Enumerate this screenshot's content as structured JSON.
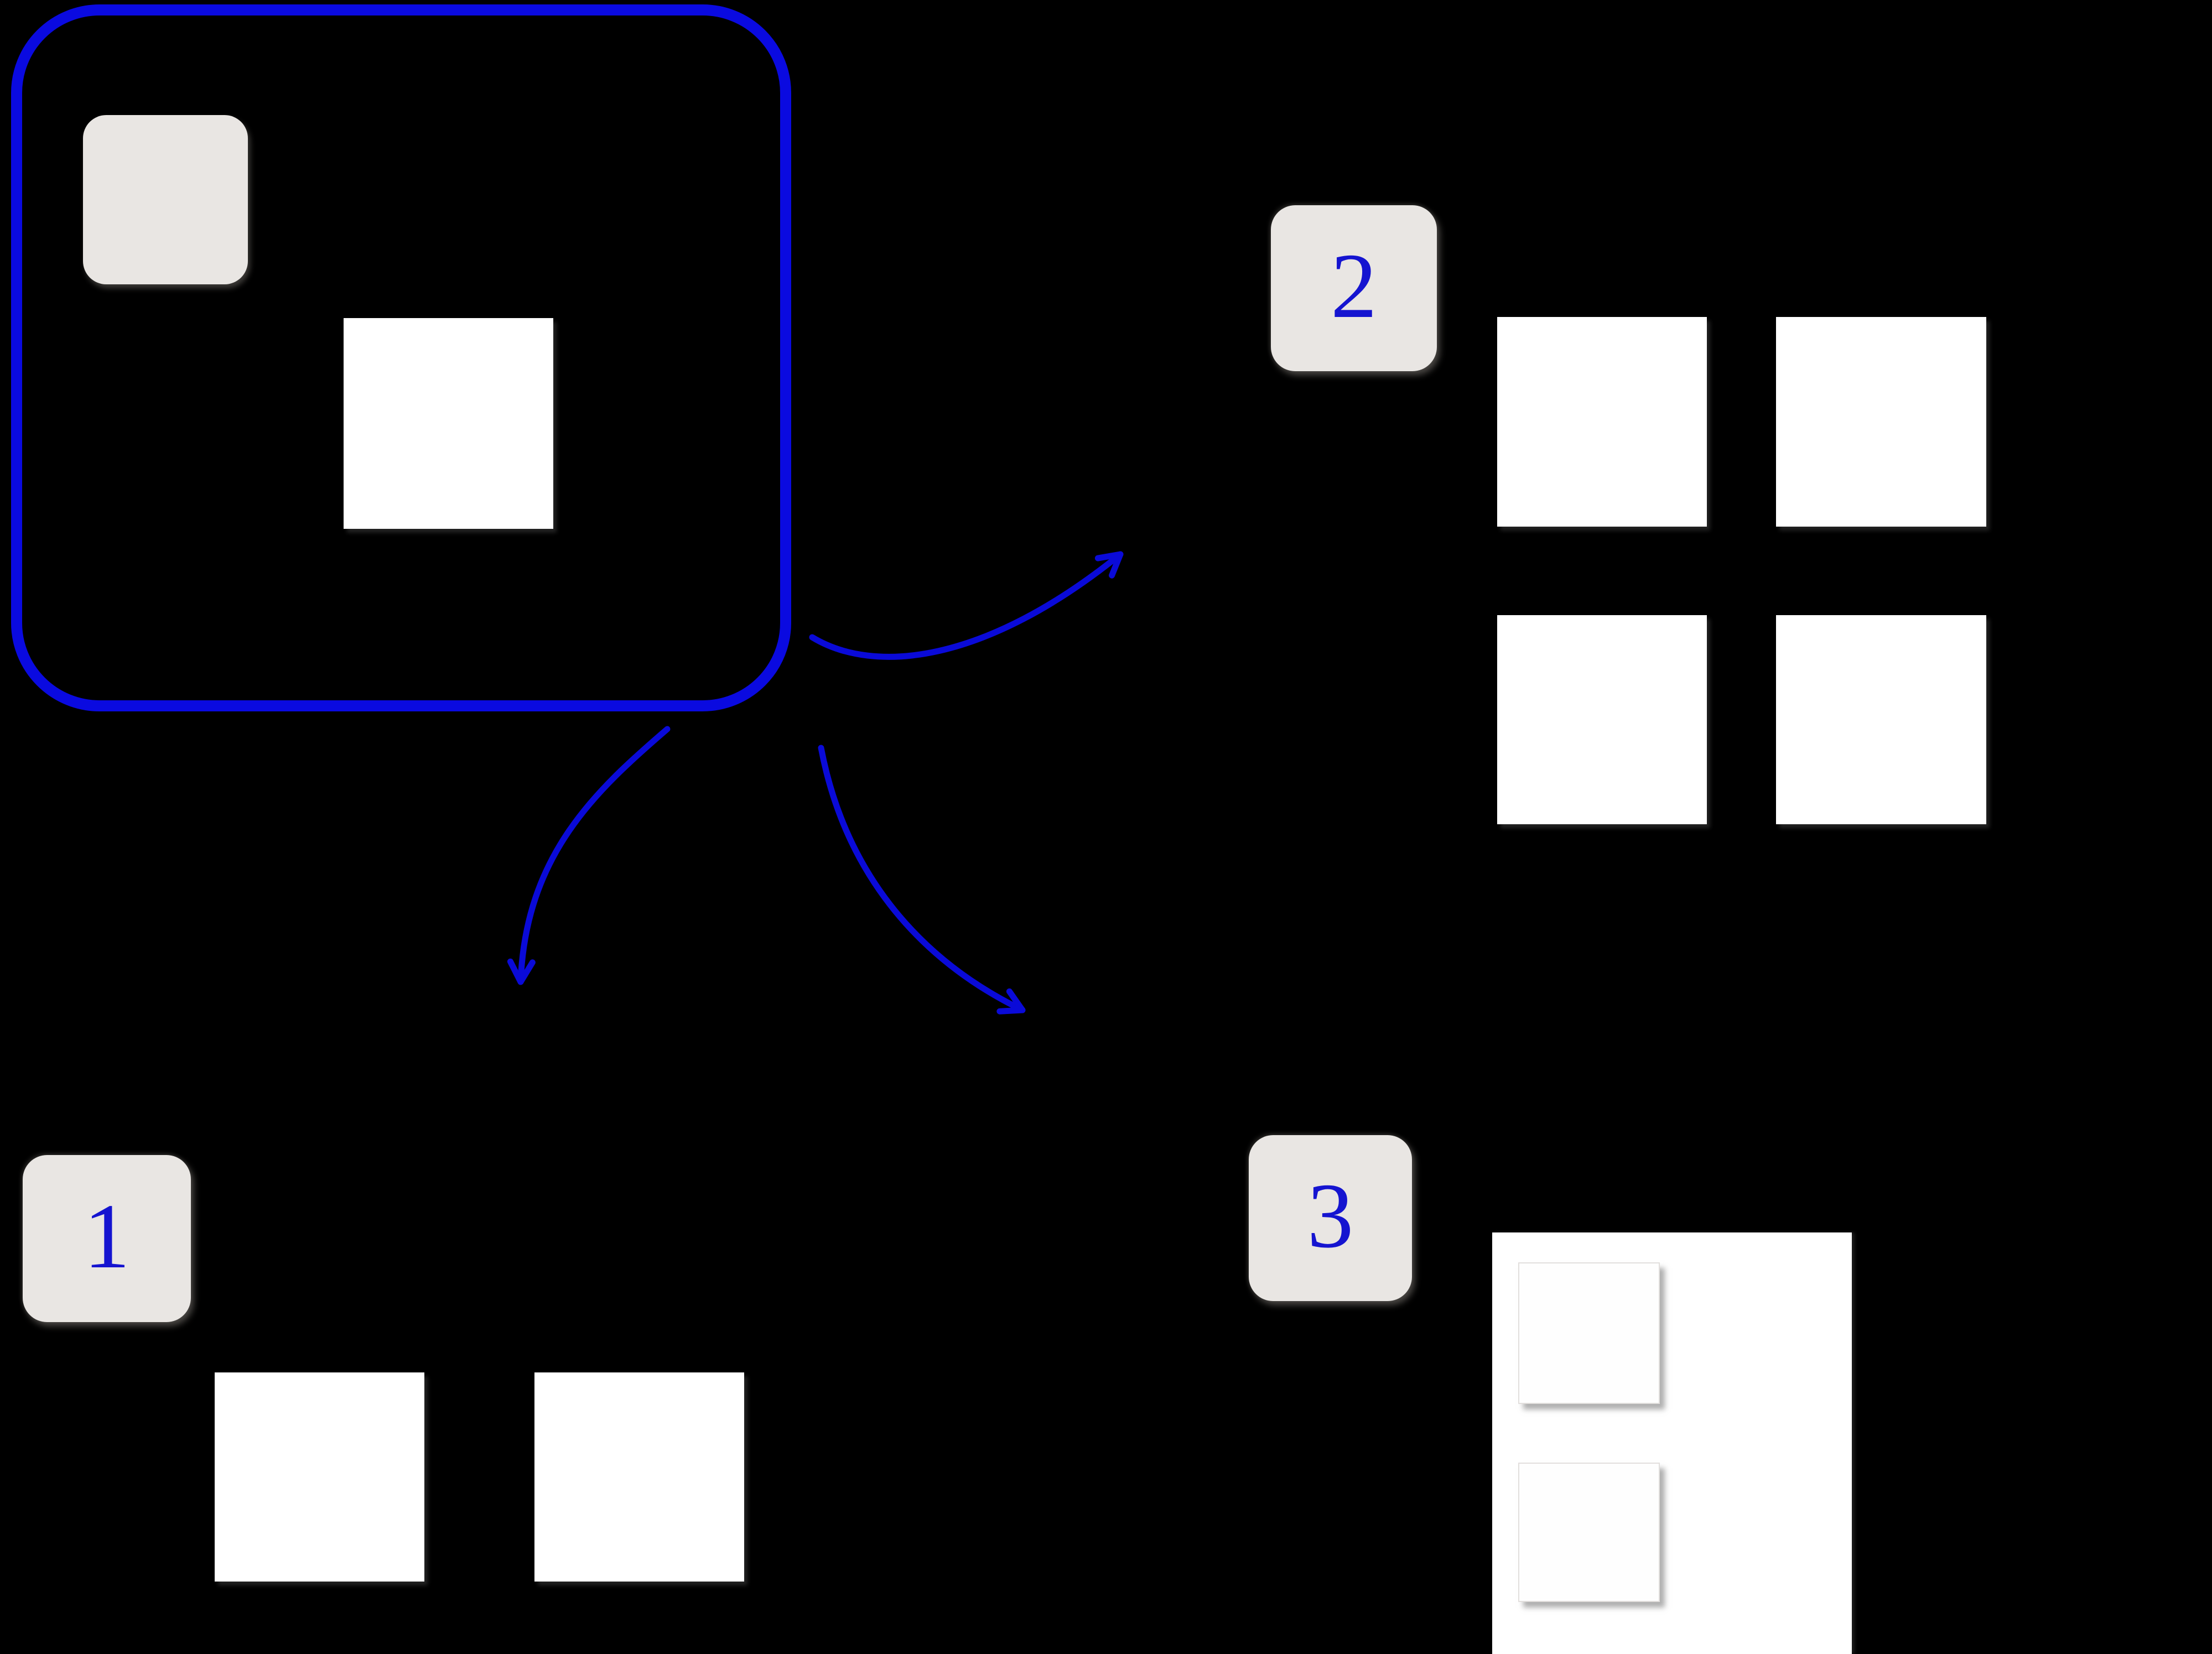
{
  "diagram": {
    "background_color": "#000000",
    "outline_color": "#0a0ae0",
    "arrow_color": "#0a0ad8",
    "label_color": "#1514d0",
    "badge_fill": "#e9e6e3",
    "square_fill": "#ffffff",
    "source_group": {
      "name": "highlighted-source-box",
      "items": [
        "gray-rounded-square",
        "white-square"
      ]
    },
    "regions": [
      {
        "label": "1",
        "white_squares": 2
      },
      {
        "label": "2",
        "white_squares": 4
      },
      {
        "label": "3",
        "panel_inner_squares": 2
      }
    ],
    "arrows": [
      {
        "name": "source-to-region-2",
        "direction": "up-right"
      },
      {
        "name": "source-to-region-1",
        "direction": "down"
      },
      {
        "name": "source-to-region-3",
        "direction": "down-right"
      }
    ]
  }
}
